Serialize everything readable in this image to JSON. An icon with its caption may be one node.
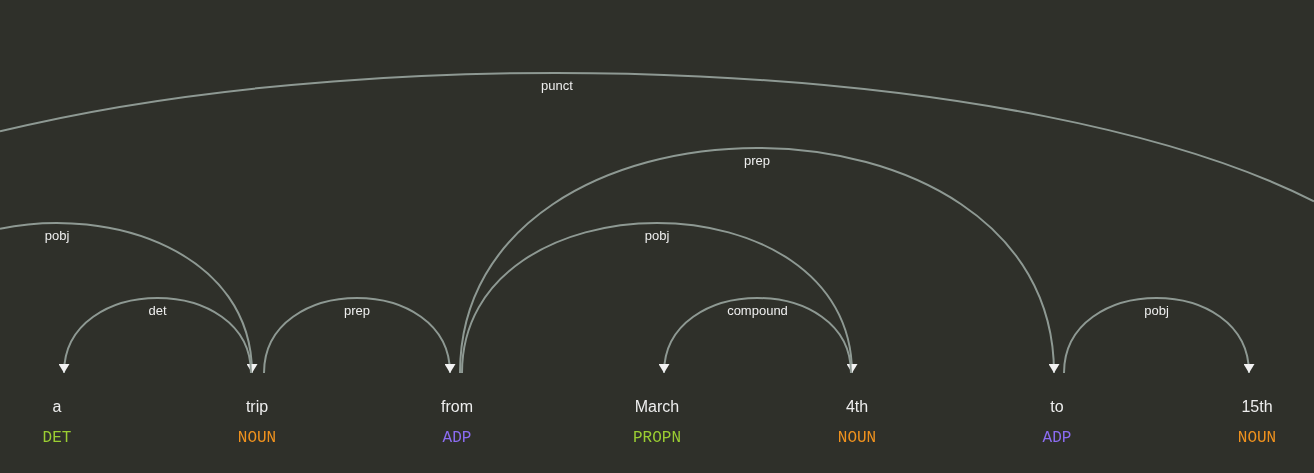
{
  "diagram": {
    "nodes": [
      {
        "text": [
          "a",
          "DET"
        ]
      },
      {
        "text": [
          "trip",
          "NOUN"
        ]
      },
      {
        "text": [
          "from",
          "ADP"
        ]
      },
      {
        "text": [
          "March",
          "PROPN"
        ]
      },
      {
        "text": [
          "4th",
          "NOUN"
        ]
      },
      {
        "text": [
          "to",
          "ADP"
        ]
      },
      {
        "text": [
          "15th",
          "NOUN"
        ]
      }
    ],
    "edges": [
      {
        "from": null,
        "to": 1,
        "arrow": "to",
        "label": "pobj"
      },
      {
        "from": 2,
        "to": 5,
        "arrow": "to",
        "label": "prep"
      },
      {
        "from": 2,
        "to": 4,
        "arrow": "to",
        "label": "pobj"
      },
      {
        "from": 1,
        "to": 0,
        "arrow": "to",
        "label": "det"
      },
      {
        "from": 1,
        "to": 2,
        "arrow": "to",
        "label": "prep"
      },
      {
        "from": 4,
        "to": 3,
        "arrow": "to",
        "label": "compound"
      },
      {
        "from": 5,
        "to": 6,
        "arrow": "to",
        "label": "pobj"
      }
    ],
    "labels": [
      "punct"
    ]
  }
}
